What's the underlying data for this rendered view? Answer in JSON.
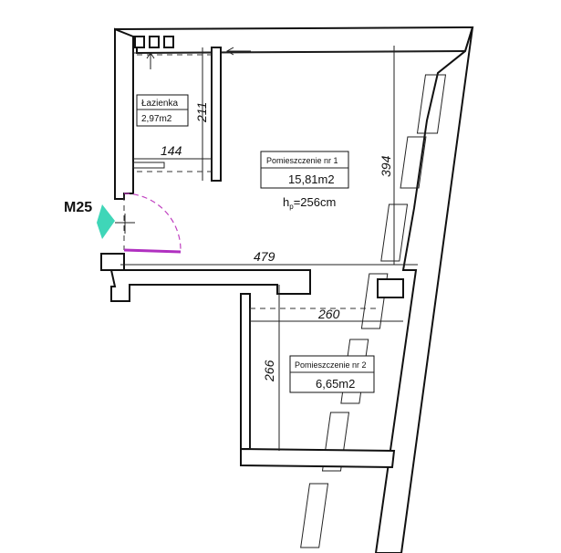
{
  "marker": {
    "code": "M25",
    "color": "#3fd6b8"
  },
  "door_color": "#b030c0",
  "rooms": {
    "bathroom": {
      "name": "Łazienka",
      "area": "2,97m2"
    },
    "room1": {
      "name": "Pomieszczenie nr 1",
      "area": "15,81m2",
      "height_h": "h",
      "height_sub": "p",
      "height_value": "=256cm"
    },
    "room2": {
      "name": "Pomieszczenie nr 2",
      "area": "6,65m2"
    }
  },
  "dimensions": {
    "bathroom_width": "144",
    "bathroom_height": "211",
    "room1_height": "394",
    "room1_width": "479",
    "room2_width": "260",
    "room2_height": "266"
  }
}
